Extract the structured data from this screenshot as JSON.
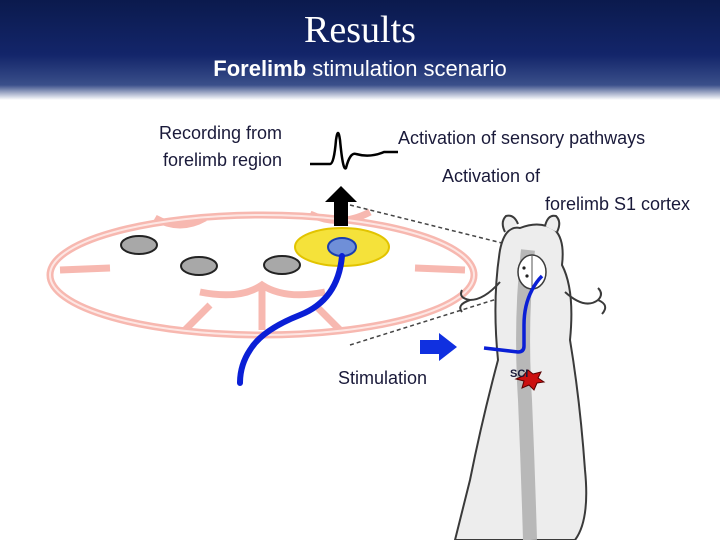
{
  "slide": {
    "title": "Results",
    "subtitle_bold": "Forelimb",
    "subtitle_rest": " stimulation scenario"
  },
  "labels": {
    "recording_line1": "Recording from",
    "recording_line2": "forelimb region",
    "activation_sensory": "Activation of sensory pathways",
    "activation_s1_line1": "Activation of",
    "activation_s1_line2": "forelimb S1 cortex",
    "stimulation": "Stimulation",
    "sci": "SCI"
  },
  "colors": {
    "header": "#13256a",
    "cortex_outline": "#f7b8b0",
    "recording_site": "#f5e23a",
    "electrode": "#0a1fd6",
    "arrow_up": "#000000",
    "arrow_right": "#1030e0",
    "lesion": "#cc1010"
  },
  "icons": [
    "upward-arrow-icon",
    "right-arrow-icon",
    "lesion-star-icon",
    "waveform-icon"
  ]
}
